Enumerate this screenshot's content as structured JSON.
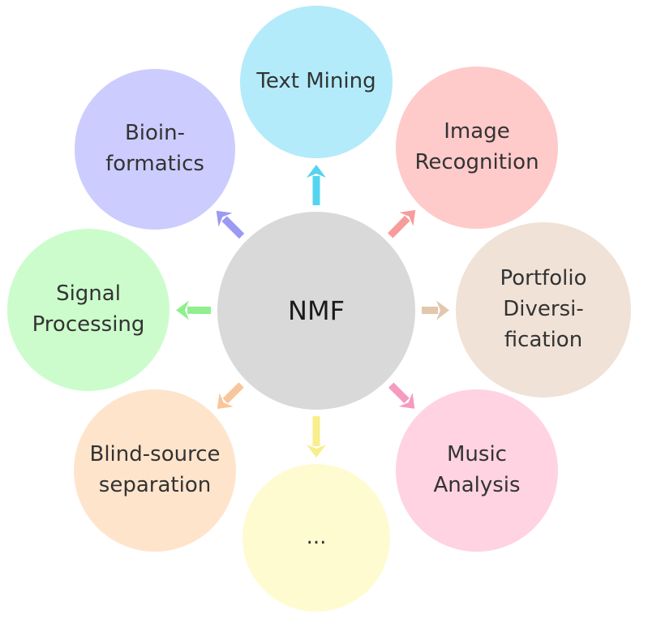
{
  "center": {
    "label": "NMF",
    "color": "#d9d9d9"
  },
  "applications": [
    {
      "id": "text-mining",
      "label": "Text Mining",
      "color": "#b3ebfa",
      "arrow_color": "#55d4f0"
    },
    {
      "id": "image-recognition",
      "label": "Image\nRecognition",
      "color": "#ffcaca",
      "arrow_color": "#f79b9b"
    },
    {
      "id": "portfolio-diversification",
      "label": "Portfolio\nDiversi-\nfication",
      "color": "#f0e2d6",
      "arrow_color": "#e2c7ad"
    },
    {
      "id": "music-analysis",
      "label": "Music\nAnalysis",
      "color": "#ffd3e1",
      "arrow_color": "#f59bc0"
    },
    {
      "id": "ellipsis",
      "label": "...",
      "color": "#fffbd0",
      "arrow_color": "#f8ee8c"
    },
    {
      "id": "blind-source-separation",
      "label": "Blind-source\nseparation",
      "color": "#ffe4cc",
      "arrow_color": "#f8c69a"
    },
    {
      "id": "signal-processing",
      "label": "Signal\nProcessing",
      "color": "#ccfccc",
      "arrow_color": "#8ef08e"
    },
    {
      "id": "bioinformatics",
      "label": "Bioin-\nformatics",
      "color": "#ccccff",
      "arrow_color": "#9a9af5"
    }
  ]
}
